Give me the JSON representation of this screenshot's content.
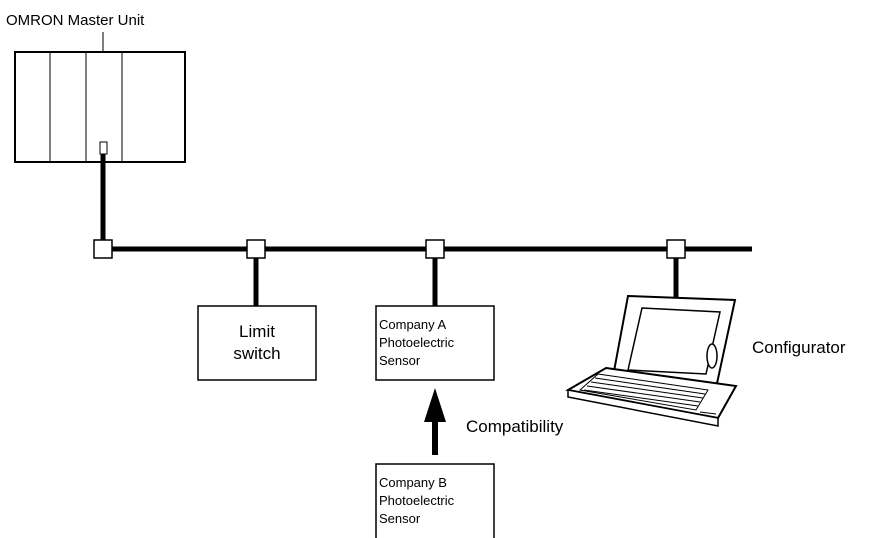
{
  "master_unit": {
    "label": "OMRON Master Unit"
  },
  "limit_switch": {
    "line1": "Limit",
    "line2": "switch"
  },
  "company_a": {
    "line1": "Company A",
    "line2": "Photoelectric",
    "line3": "Sensor"
  },
  "company_b": {
    "line1": "Company B",
    "line2": "Photoelectric",
    "line3": "Sensor"
  },
  "compatibility": {
    "label": "Compatibility"
  },
  "configurator": {
    "label": "Configurator"
  }
}
